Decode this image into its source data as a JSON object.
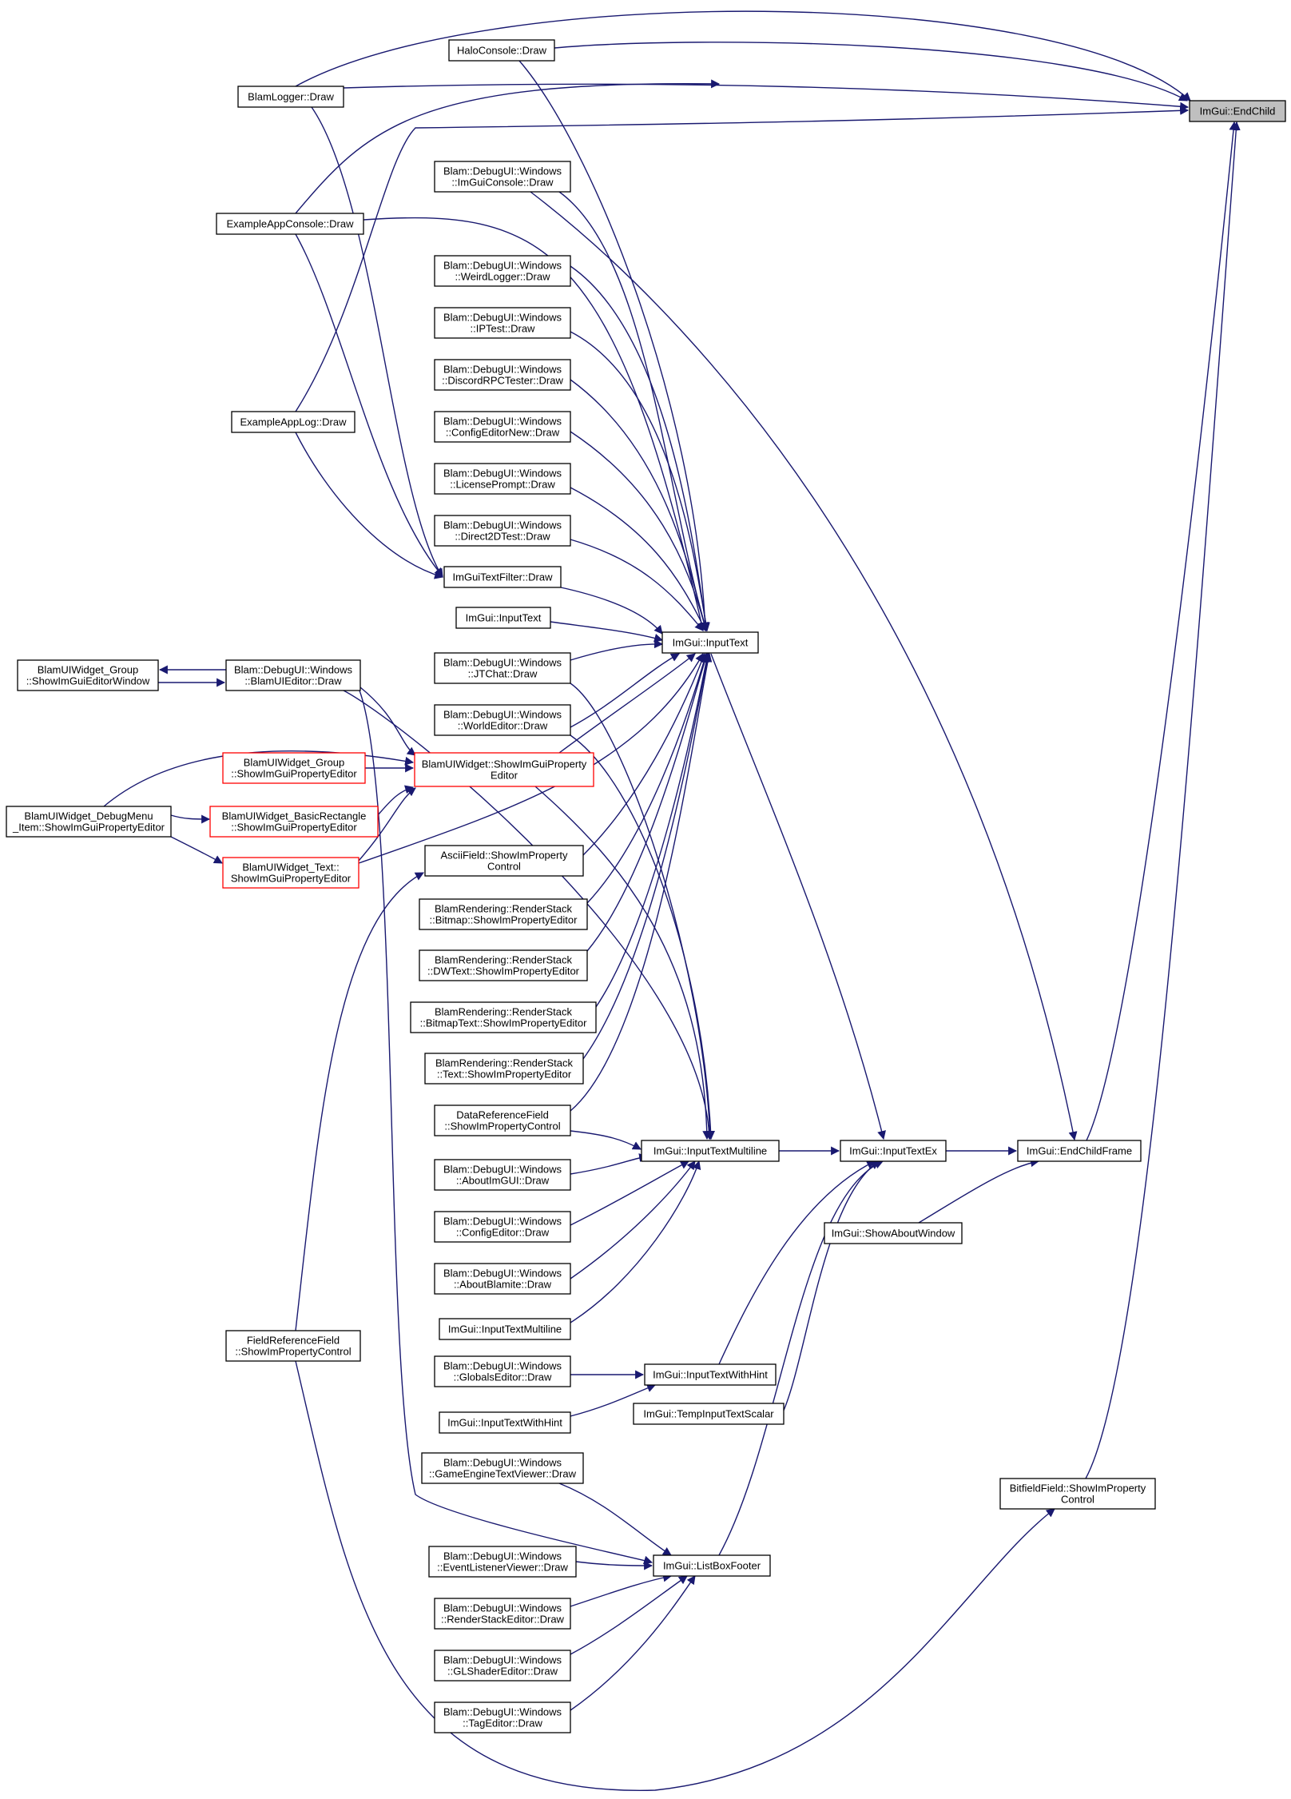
{
  "diagram": {
    "type": "call-graph",
    "colors": {
      "edge": "#191970",
      "node_border": "#000000",
      "node_border_truncated": "#ff0000",
      "root_fill": "#bfbfbf",
      "node_fill": "#ffffff"
    },
    "nodes": [
      {
        "id": "n1",
        "lines": [
          "ImGui::EndChild"
        ],
        "kind": "root"
      },
      {
        "id": "n2",
        "lines": [
          "HaloConsole::Draw"
        ]
      },
      {
        "id": "n3",
        "lines": [
          "BlamLogger::Draw"
        ]
      },
      {
        "id": "n4",
        "lines": [
          "Blam::DebugUI::Windows",
          "::ImGuiConsole::Draw"
        ]
      },
      {
        "id": "n5",
        "lines": [
          "ExampleAppConsole::Draw"
        ]
      },
      {
        "id": "n6",
        "lines": [
          "Blam::DebugUI::Windows",
          "::WeirdLogger::Draw"
        ]
      },
      {
        "id": "n7",
        "lines": [
          "Blam::DebugUI::Windows",
          "::IPTest::Draw"
        ]
      },
      {
        "id": "n8",
        "lines": [
          "Blam::DebugUI::Windows",
          "::DiscordRPCTester::Draw"
        ]
      },
      {
        "id": "n9",
        "lines": [
          "Blam::DebugUI::Windows",
          "::ConfigEditorNew::Draw"
        ]
      },
      {
        "id": "n10",
        "lines": [
          "ExampleAppLog::Draw"
        ]
      },
      {
        "id": "n11",
        "lines": [
          "Blam::DebugUI::Windows",
          "::LicensePrompt::Draw"
        ]
      },
      {
        "id": "n12",
        "lines": [
          "Blam::DebugUI::Windows",
          "::Direct2DTest::Draw"
        ]
      },
      {
        "id": "n13",
        "lines": [
          "ImGuiTextFilter::Draw"
        ]
      },
      {
        "id": "n14",
        "lines": [
          "ImGui::InputText"
        ]
      },
      {
        "id": "n15",
        "lines": [
          "ImGui::InputText"
        ]
      },
      {
        "id": "n16",
        "lines": [
          "BlamUIWidget_Group",
          "::ShowImGuiEditorWindow"
        ]
      },
      {
        "id": "n17",
        "lines": [
          "Blam::DebugUI::Windows",
          "::BlamUIEditor::Draw"
        ]
      },
      {
        "id": "n18",
        "lines": [
          "Blam::DebugUI::Windows",
          "::JTChat::Draw"
        ]
      },
      {
        "id": "n19",
        "lines": [
          "Blam::DebugUI::Windows",
          "::WorldEditor::Draw"
        ]
      },
      {
        "id": "n20",
        "lines": [
          "BlamUIWidget_Group",
          "::ShowImGuiPropertyEditor"
        ],
        "kind": "red"
      },
      {
        "id": "n21",
        "lines": [
          "BlamUIWidget::ShowImGuiProperty",
          "Editor"
        ],
        "kind": "red"
      },
      {
        "id": "n22",
        "lines": [
          "BlamUIWidget_DebugMenu",
          "_Item::ShowImGuiPropertyEditor"
        ]
      },
      {
        "id": "n23",
        "lines": [
          "BlamUIWidget_BasicRectangle",
          "::ShowImGuiPropertyEditor"
        ],
        "kind": "red"
      },
      {
        "id": "n24",
        "lines": [
          "BlamUIWidget_Text::",
          "ShowImGuiPropertyEditor"
        ],
        "kind": "red"
      },
      {
        "id": "n25",
        "lines": [
          "AsciiField::ShowImProperty",
          "Control"
        ]
      },
      {
        "id": "n26",
        "lines": [
          "BlamRendering::RenderStack",
          "::Bitmap::ShowImPropertyEditor"
        ]
      },
      {
        "id": "n27",
        "lines": [
          "BlamRendering::RenderStack",
          "::DWText::ShowImPropertyEditor"
        ]
      },
      {
        "id": "n28",
        "lines": [
          "BlamRendering::RenderStack",
          "::BitmapText::ShowImPropertyEditor"
        ]
      },
      {
        "id": "n29",
        "lines": [
          "BlamRendering::RenderStack",
          "::Text::ShowImPropertyEditor"
        ]
      },
      {
        "id": "n30",
        "lines": [
          "DataReferenceField",
          "::ShowImPropertyControl"
        ]
      },
      {
        "id": "n31",
        "lines": [
          "ImGui::InputTextMultiline"
        ]
      },
      {
        "id": "n32",
        "lines": [
          "ImGui::InputTextEx"
        ]
      },
      {
        "id": "n33",
        "lines": [
          "ImGui::EndChildFrame"
        ]
      },
      {
        "id": "n34",
        "lines": [
          "Blam::DebugUI::Windows",
          "::AboutImGUI::Draw"
        ]
      },
      {
        "id": "n35",
        "lines": [
          "Blam::DebugUI::Windows",
          "::ConfigEditor::Draw"
        ]
      },
      {
        "id": "n36",
        "lines": [
          "ImGui::ShowAboutWindow"
        ]
      },
      {
        "id": "n37",
        "lines": [
          "Blam::DebugUI::Windows",
          "::AboutBlamite::Draw"
        ]
      },
      {
        "id": "n38",
        "lines": [
          "ImGui::InputTextMultiline"
        ]
      },
      {
        "id": "n39",
        "lines": [
          "FieldReferenceField",
          "::ShowImPropertyControl"
        ]
      },
      {
        "id": "n40",
        "lines": [
          "Blam::DebugUI::Windows",
          "::GlobalsEditor::Draw"
        ]
      },
      {
        "id": "n41",
        "lines": [
          "ImGui::InputTextWithHint"
        ]
      },
      {
        "id": "n42",
        "lines": [
          "ImGui::TempInputTextScalar"
        ]
      },
      {
        "id": "n43",
        "lines": [
          "ImGui::InputTextWithHint"
        ]
      },
      {
        "id": "n44",
        "lines": [
          "Blam::DebugUI::Windows",
          "::GameEngineTextViewer::Draw"
        ]
      },
      {
        "id": "n45",
        "lines": [
          "BitfieldField::ShowImProperty",
          "Control"
        ]
      },
      {
        "id": "n46",
        "lines": [
          "Blam::DebugUI::Windows",
          "::EventListenerViewer::Draw"
        ]
      },
      {
        "id": "n47",
        "lines": [
          "ImGui::ListBoxFooter"
        ]
      },
      {
        "id": "n48",
        "lines": [
          "Blam::DebugUI::Windows",
          "::RenderStackEditor::Draw"
        ]
      },
      {
        "id": "n49",
        "lines": [
          "Blam::DebugUI::Windows",
          "::GLShaderEditor::Draw"
        ]
      },
      {
        "id": "n50",
        "lines": [
          "Blam::DebugUI::Windows",
          "::TagEditor::Draw"
        ]
      }
    ]
  }
}
